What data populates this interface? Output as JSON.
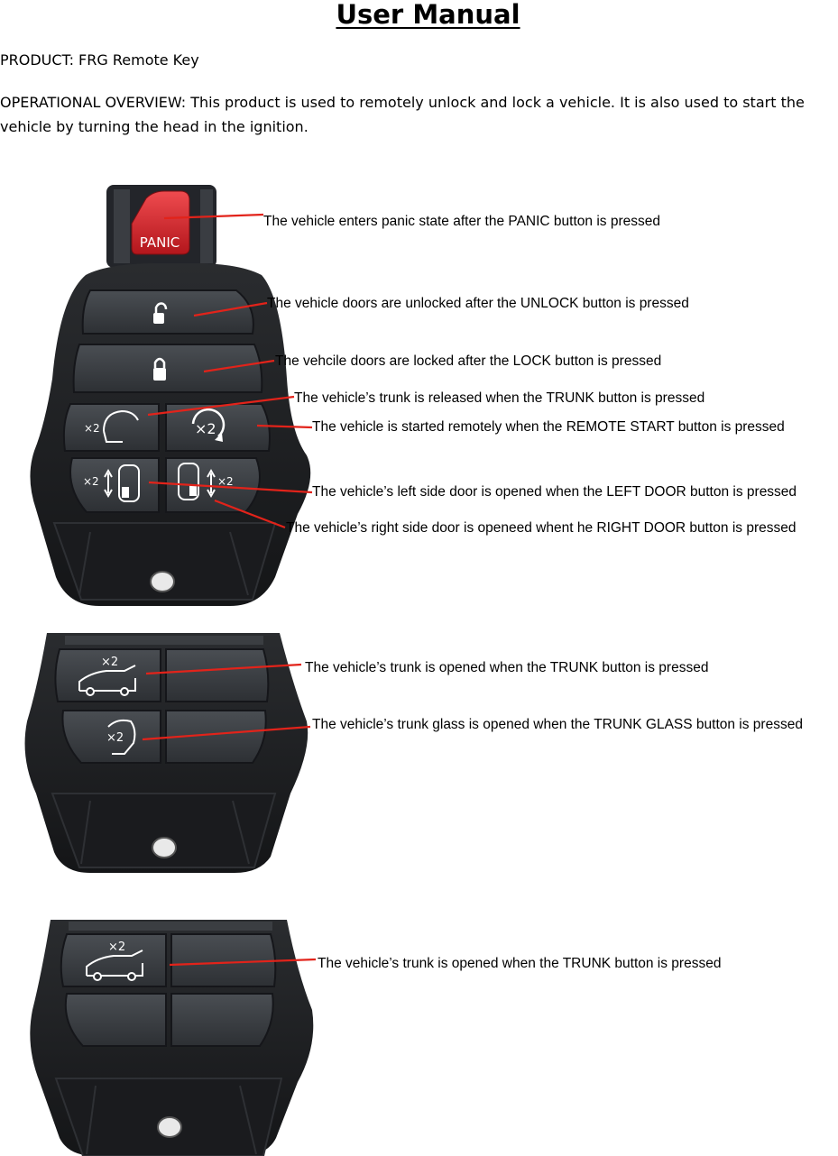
{
  "header": {
    "title": "User Manual",
    "product": "PRODUCT: FRG Remote Key",
    "overview": "OPERATIONAL OVERVIEW: This product is used to remotely unlock and lock a vehicle.  It is also used to start the vehicle by turning the head in the ignition."
  },
  "key_top": {
    "panic_label": "PANIC",
    "x2": "×2",
    "captions": [
      "The vehicle enters panic state after the PANIC button is pressed",
      "The vehicle doors are unlocked after the UNLOCK button is pressed",
      "The vehcile doors are locked after the LOCK button is pressed",
      "The vehicle’s trunk is released when the TRUNK button is pressed",
      "The vehicle is started remotely when the REMOTE START button is pressed",
      "The vehicle’s left side door is opened when the LEFT DOOR button is pressed",
      "The vehicle’s right side door is openeed whent he RIGHT DOOR button is pressed"
    ]
  },
  "key_middle": {
    "x2": "×2",
    "captions": [
      "The vehicle’s trunk is opened when the TRUNK button is pressed",
      "The vehicle’s trunk glass is opened when the TRUNK GLASS button is pressed"
    ]
  },
  "key_bottom": {
    "x2": "×2",
    "captions": [
      "The vehicle’s trunk is opened when the TRUNK button is pressed"
    ]
  },
  "colors": {
    "annotation_line": "#e2231a",
    "key_body": "#1c1d1f",
    "button": "#3b3e42",
    "panic": "#d8262c"
  }
}
